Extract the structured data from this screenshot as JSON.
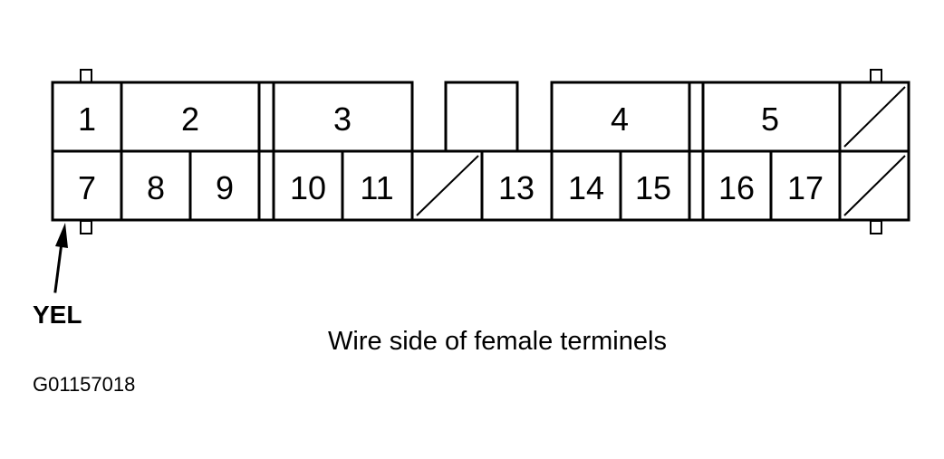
{
  "connector": {
    "top_row": [
      {
        "id": "t1",
        "label": "1"
      },
      {
        "id": "t2",
        "label": "2"
      },
      {
        "id": "t3",
        "label": "3"
      },
      {
        "id": "t4",
        "label": "4"
      },
      {
        "id": "t5",
        "label": "5"
      }
    ],
    "bottom_row": [
      {
        "id": "t7",
        "label": "7"
      },
      {
        "id": "t8",
        "label": "8"
      },
      {
        "id": "t9",
        "label": "9"
      },
      {
        "id": "t10",
        "label": "10"
      },
      {
        "id": "t11",
        "label": "11"
      },
      {
        "id": "t13",
        "label": "13"
      },
      {
        "id": "t14",
        "label": "14"
      },
      {
        "id": "t15",
        "label": "15"
      },
      {
        "id": "t16",
        "label": "16"
      },
      {
        "id": "t17",
        "label": "17"
      }
    ]
  },
  "wire_color_label": "YEL",
  "caption": "Wire side of female terminels",
  "figure_code": "G01157018"
}
